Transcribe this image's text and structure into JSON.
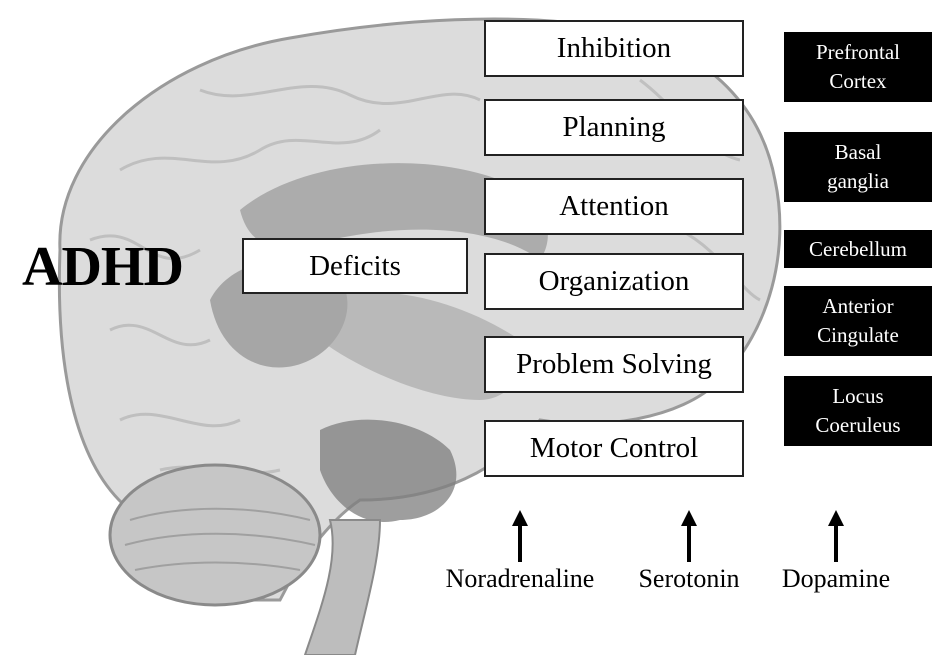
{
  "title": "ADHD",
  "deficits_label": "Deficits",
  "functions": [
    "Inhibition",
    "Planning",
    "Attention",
    "Organization",
    "Problem Solving",
    "Motor Control"
  ],
  "regions": [
    {
      "line1": "Prefrontal",
      "line2": "Cortex"
    },
    {
      "line1": "Basal",
      "line2": "ganglia"
    },
    {
      "line1": "Cerebellum",
      "line2": ""
    },
    {
      "line1": "Anterior",
      "line2": "Cingulate"
    },
    {
      "line1": "Locus",
      "line2": "Coeruleus"
    }
  ],
  "neurotransmitters": [
    "Noradrenaline",
    "Serotonin",
    "Dopamine"
  ],
  "colors": {
    "brain_fill": "#d9d9d9",
    "brain_outline": "#9a9a9a",
    "inner_structure": "#8a8a8a",
    "cerebellum": "#c4c4c4",
    "region_bg": "#000000",
    "region_text": "#ffffff"
  }
}
